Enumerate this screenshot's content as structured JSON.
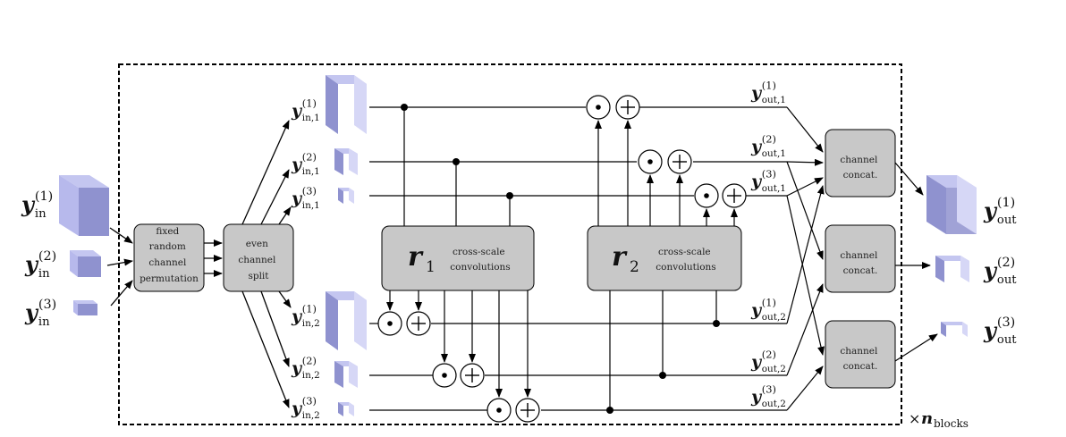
{
  "inputs": [
    {
      "var": "y",
      "sub": "in",
      "sup": "(1)"
    },
    {
      "var": "y",
      "sub": "in",
      "sup": "(2)"
    },
    {
      "var": "y",
      "sub": "in",
      "sup": "(3)"
    }
  ],
  "blocks": {
    "permutation": [
      "fixed",
      "random",
      "channel",
      "permutation"
    ],
    "split": [
      "even",
      "channel",
      "split"
    ],
    "r1": {
      "symbol": "r",
      "index": "1",
      "label": [
        "cross-scale",
        "convolutions"
      ]
    },
    "r2": {
      "symbol": "r",
      "index": "2",
      "label": [
        "cross-scale",
        "convolutions"
      ]
    },
    "concat": [
      "channel",
      "concat."
    ]
  },
  "split_vars": [
    {
      "var": "y",
      "sub": "in,1",
      "sup": "(1)"
    },
    {
      "var": "y",
      "sub": "in,1",
      "sup": "(2)"
    },
    {
      "var": "y",
      "sub": "in,1",
      "sup": "(3)"
    },
    {
      "var": "y",
      "sub": "in,2",
      "sup": "(1)"
    },
    {
      "var": "y",
      "sub": "in,2",
      "sup": "(2)"
    },
    {
      "var": "y",
      "sub": "in,2",
      "sup": "(3)"
    }
  ],
  "mid_out_vars": [
    {
      "var": "y",
      "sub": "out,1",
      "sup": "(1)"
    },
    {
      "var": "y",
      "sub": "out,1",
      "sup": "(2)"
    },
    {
      "var": "y",
      "sub": "out,1",
      "sup": "(3)"
    },
    {
      "var": "y",
      "sub": "out,2",
      "sup": "(1)"
    },
    {
      "var": "y",
      "sub": "out,2",
      "sup": "(2)"
    },
    {
      "var": "y",
      "sub": "out,2",
      "sup": "(3)"
    }
  ],
  "outputs": [
    {
      "var": "y",
      "sub": "out",
      "sup": "(1)"
    },
    {
      "var": "y",
      "sub": "out",
      "sup": "(2)"
    },
    {
      "var": "y",
      "sub": "out",
      "sup": "(3)"
    }
  ],
  "multiplier": {
    "prefix": "×",
    "var": "n",
    "sub": "blocks"
  },
  "ops": {
    "mul": "⊙",
    "add": "⊕"
  },
  "colors": {
    "cube_front": "#8f92cf",
    "cube_top": "#c4c6f0",
    "cube_side": "#b7b9ec",
    "box_fill": "#c8c8c8",
    "line": "#000000"
  }
}
